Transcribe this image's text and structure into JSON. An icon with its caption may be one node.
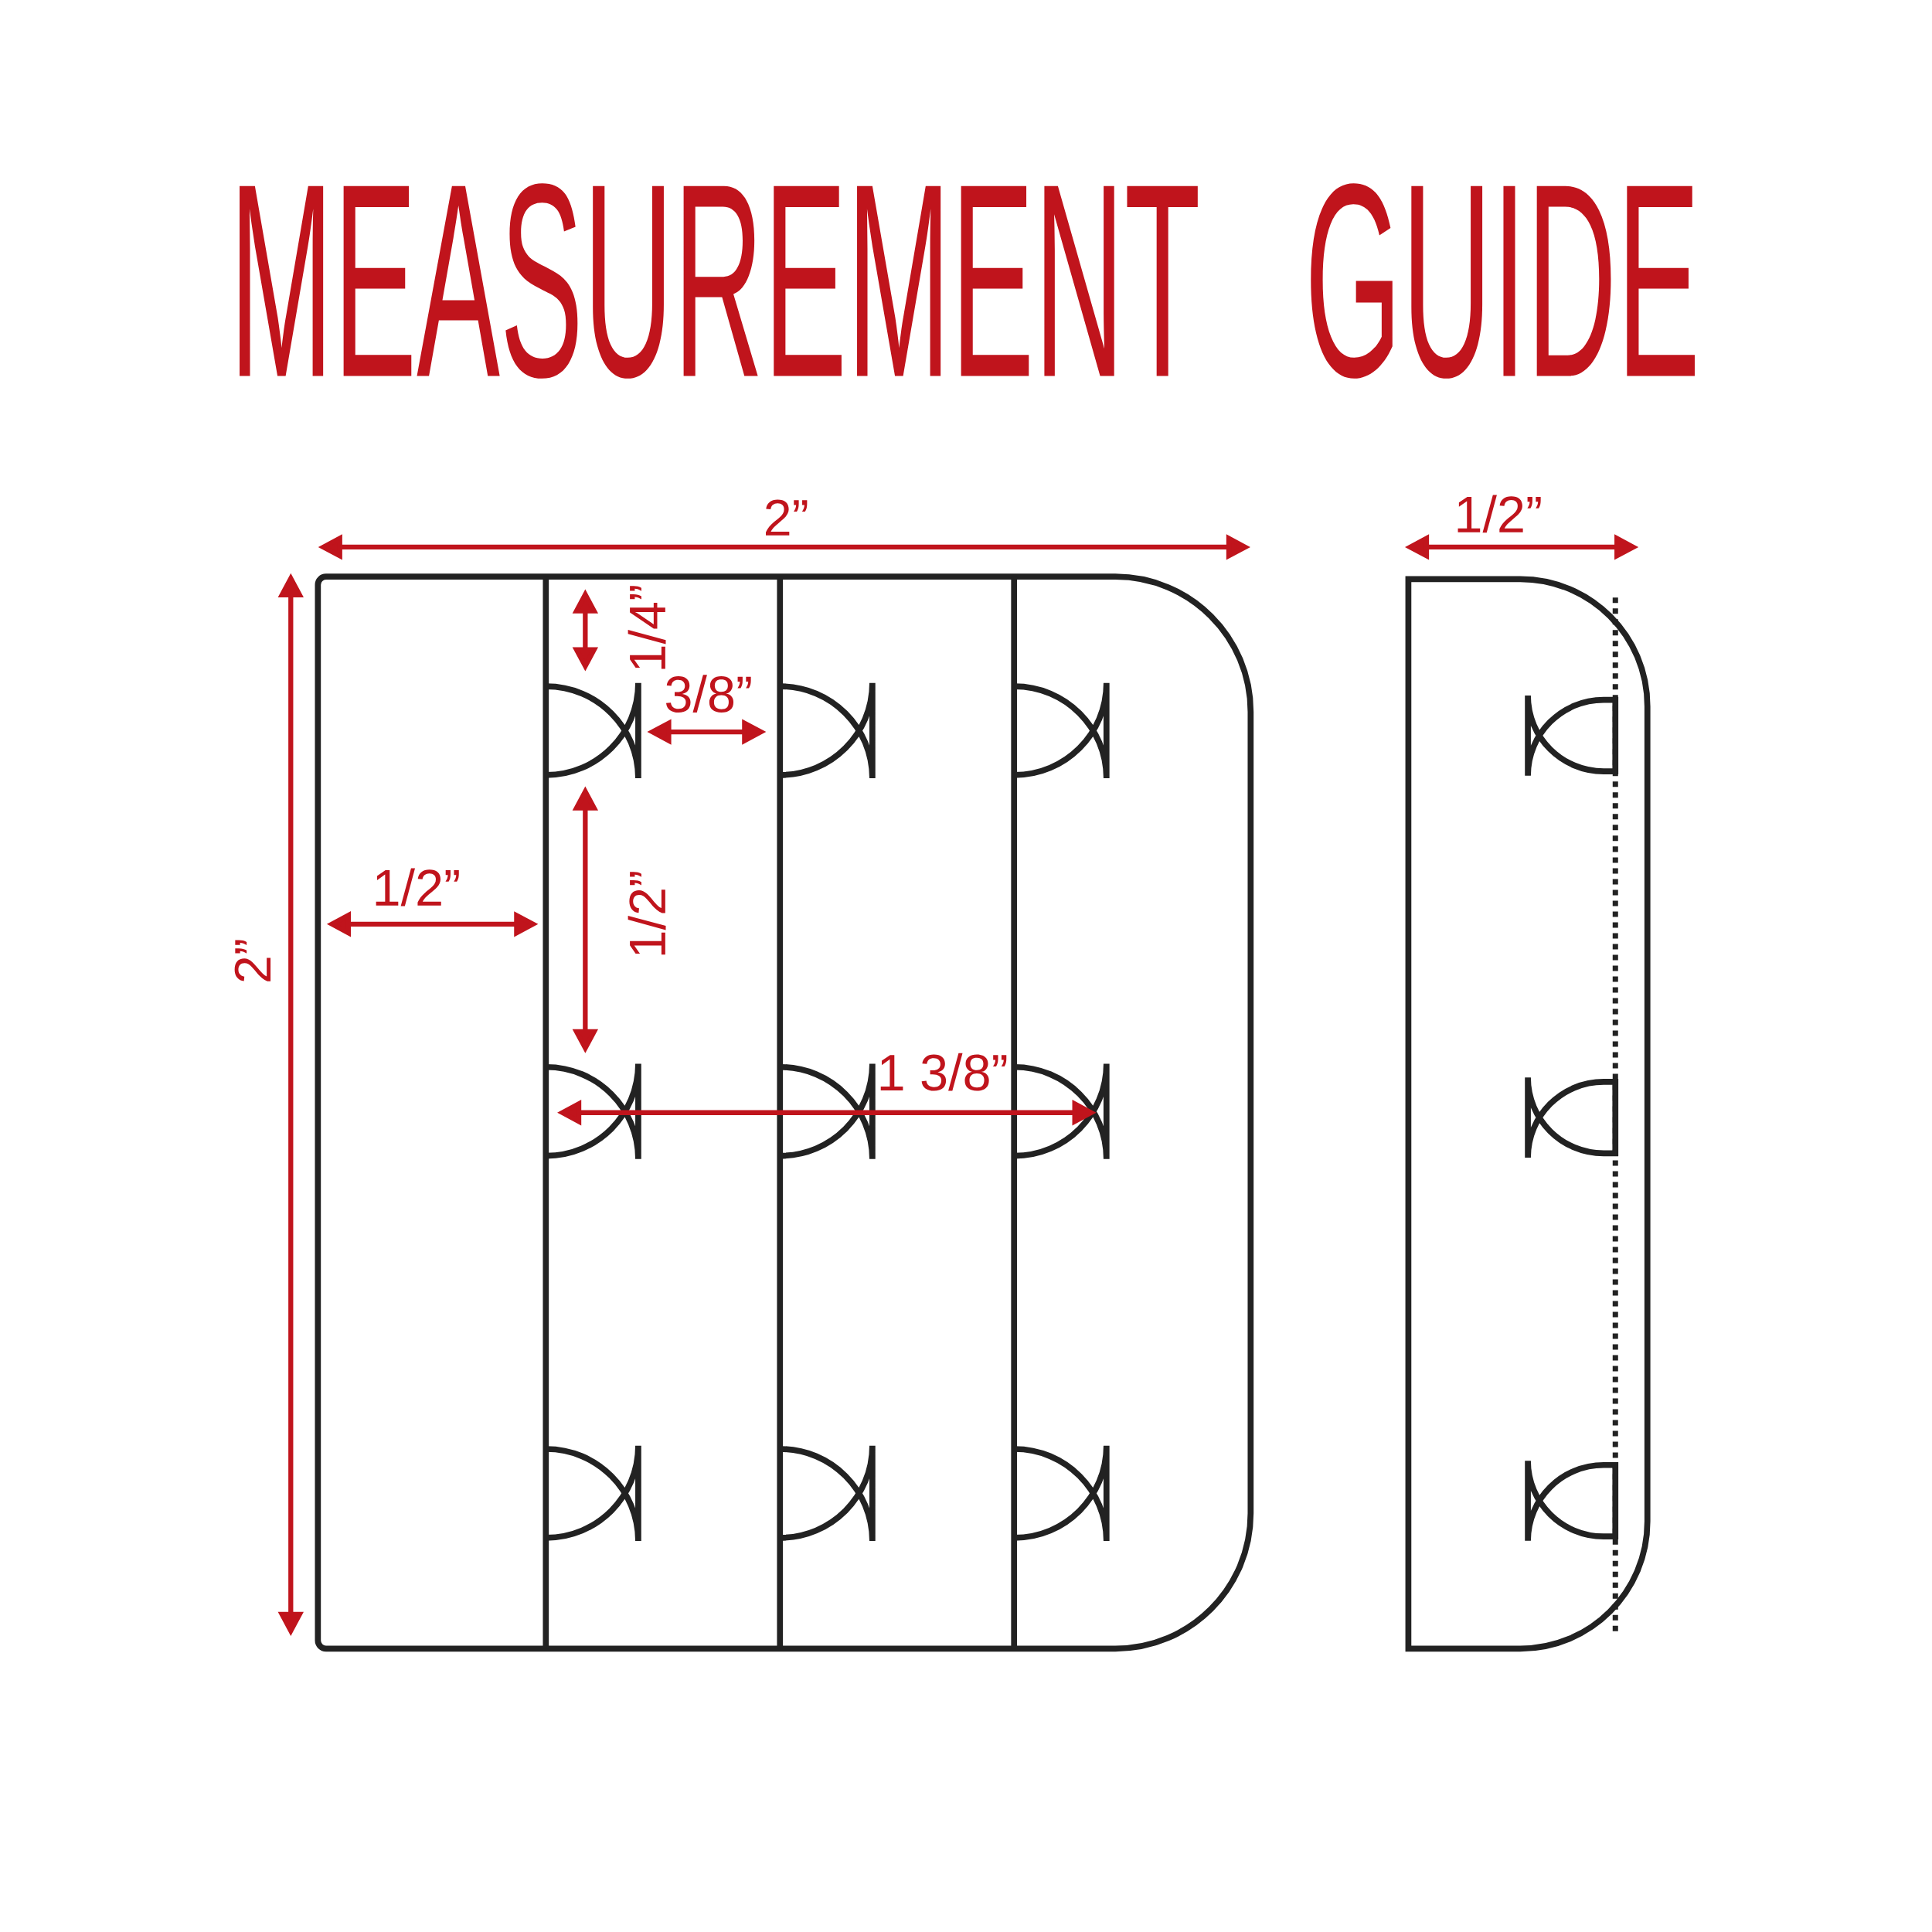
{
  "diagram": {
    "title": "MEASUREMENT GUIDE",
    "labels": [
      "2”",
      "1/2”",
      "1/4”",
      "3/8”",
      "1/2”",
      "1/2”",
      "2”",
      "1 3/8”"
    ]
  }
}
